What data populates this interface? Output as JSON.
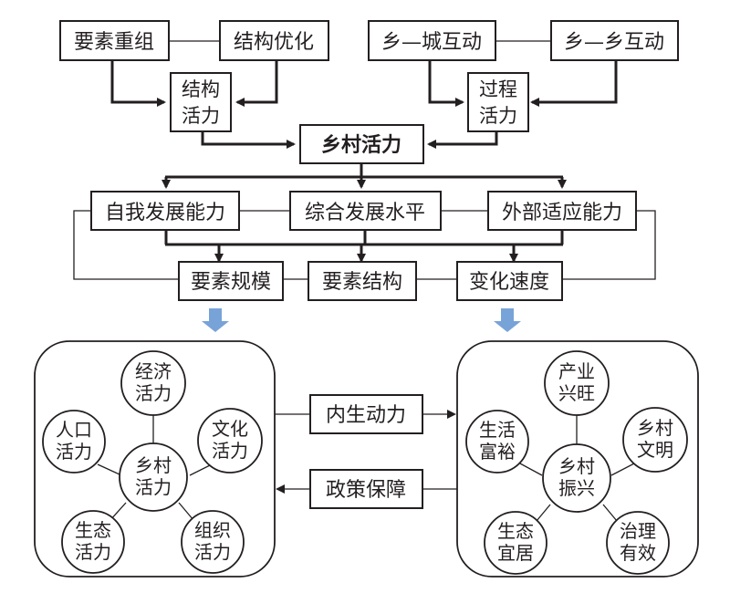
{
  "top_left": {
    "box_a": "要素重组",
    "box_b": "结构优化",
    "result": [
      "结构",
      "活力"
    ]
  },
  "top_right": {
    "box_a": "乡—城互动",
    "box_b": "乡—乡互动",
    "result": [
      "过程",
      "活力"
    ]
  },
  "center": {
    "title": "乡村活力"
  },
  "dimensions": {
    "row1": [
      "自我发展能力",
      "综合发展水平",
      "外部适应能力"
    ],
    "row2": [
      "要素规模",
      "要素结构",
      "变化速度"
    ]
  },
  "left_panel": {
    "center": [
      "乡村",
      "活力"
    ],
    "nodes": [
      [
        "经济",
        "活力"
      ],
      [
        "文化",
        "活力"
      ],
      [
        "组织",
        "活力"
      ],
      [
        "生态",
        "活力"
      ],
      [
        "人口",
        "活力"
      ]
    ]
  },
  "right_panel": {
    "center": [
      "乡村",
      "振兴"
    ],
    "nodes": [
      [
        "产业",
        "兴旺"
      ],
      [
        "乡村",
        "文明"
      ],
      [
        "治理",
        "有效"
      ],
      [
        "生态",
        "宜居"
      ],
      [
        "生活",
        "富裕"
      ]
    ]
  },
  "links": {
    "forward": "内生动力",
    "backward": "政策保障"
  },
  "colors": {
    "line": "#231f20",
    "transition_arrow": "#78a3d8"
  }
}
